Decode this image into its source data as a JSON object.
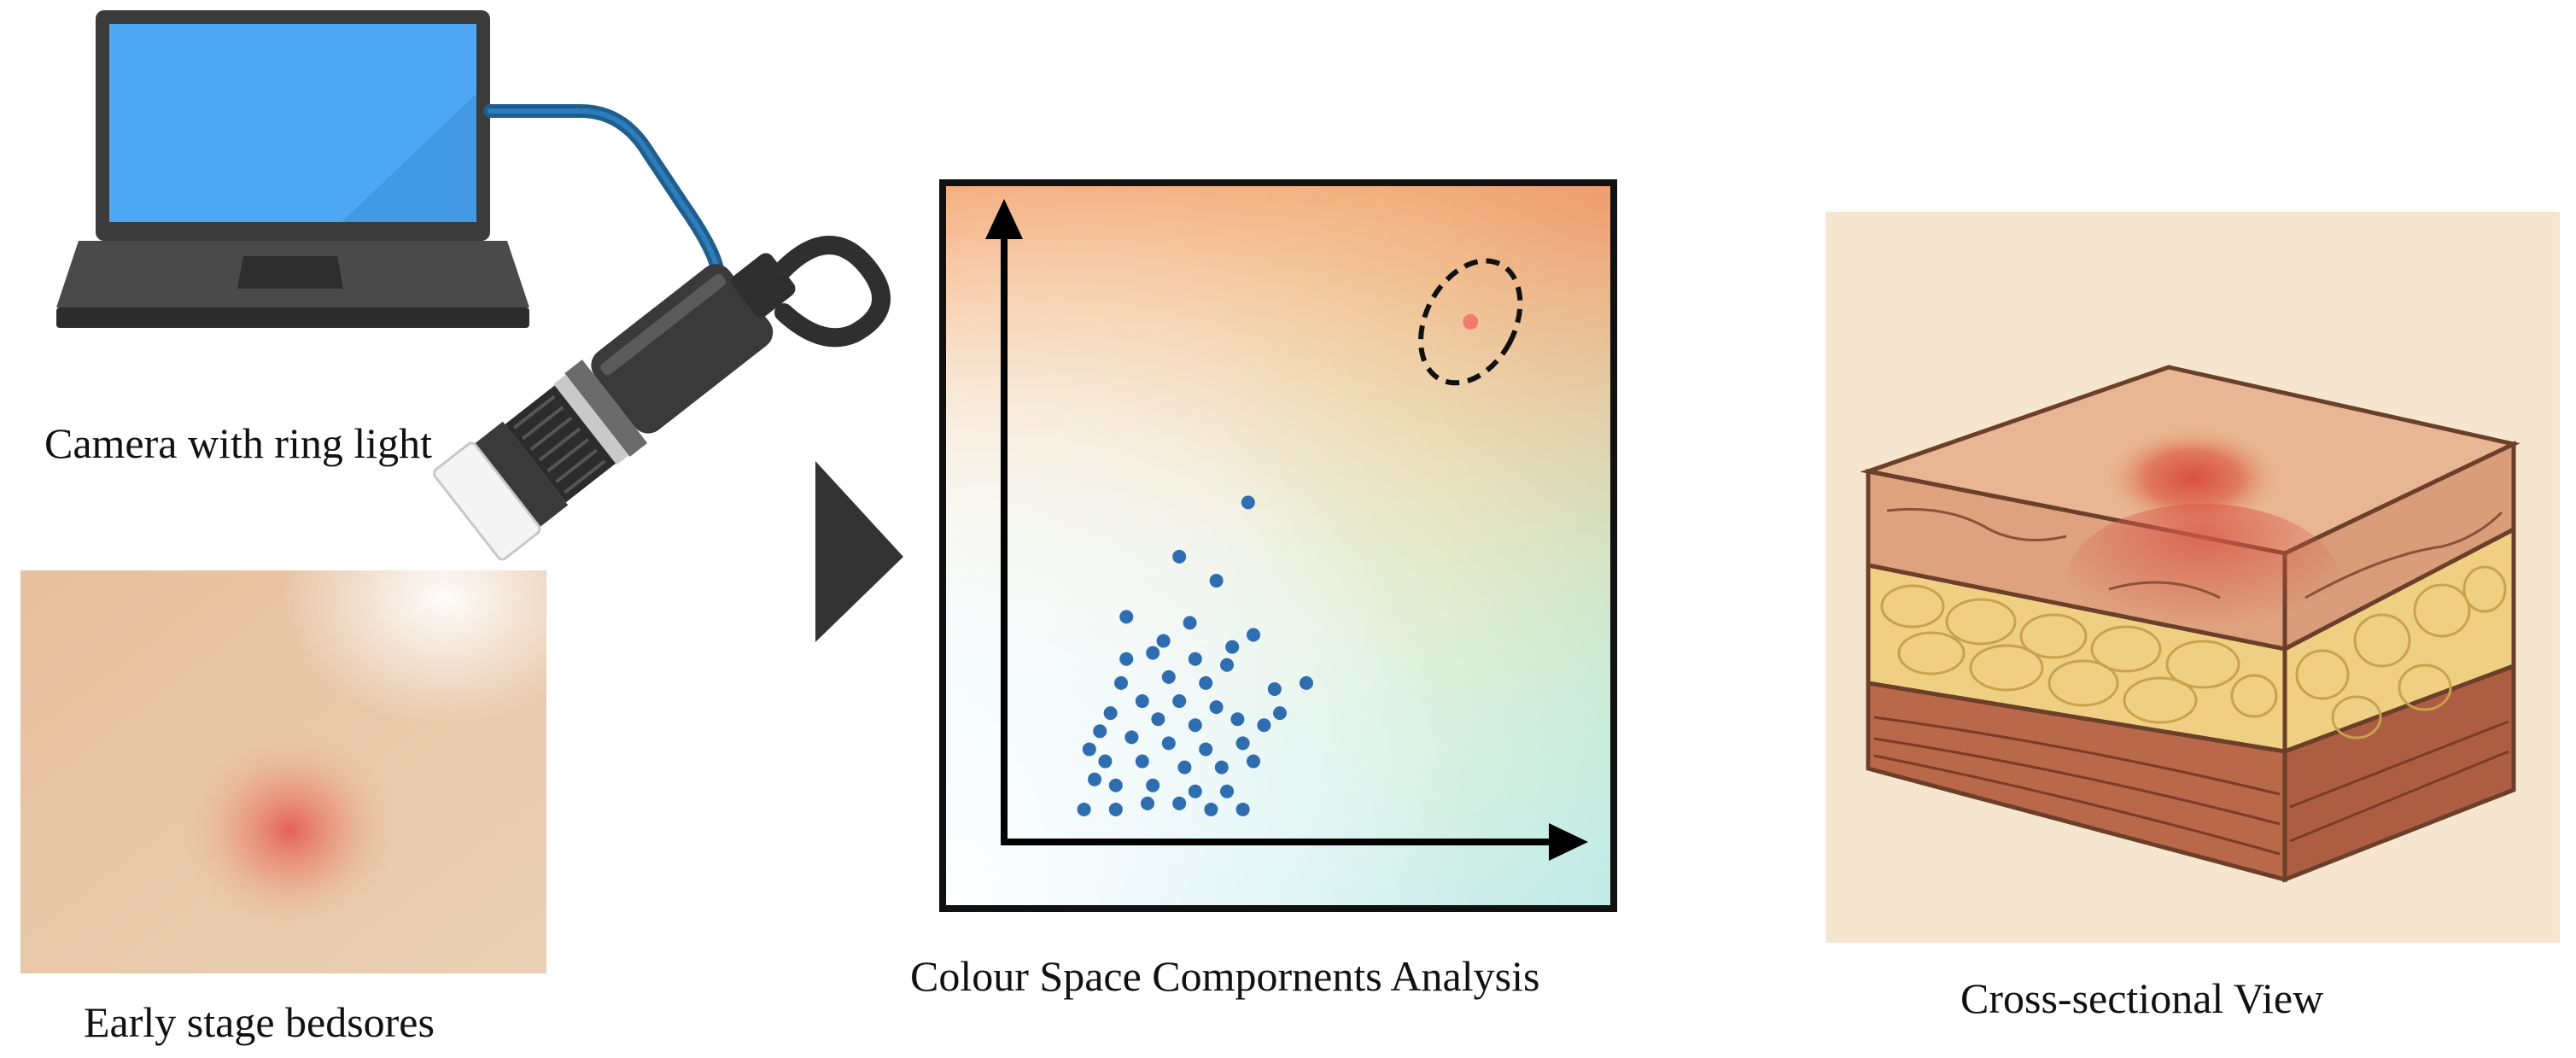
{
  "captions": {
    "camera": "Camera with ring light",
    "bedsore": "Early stage bedsores",
    "analysis": "Colour Space Compornents Analysis",
    "cross_section": "Cross-sectional View"
  },
  "colors": {
    "laptop_screen": "#4ea7f2",
    "laptop_body": "#3b3b3b",
    "cable": "#1f5e8c",
    "skin": "#e9c5a3",
    "lesion": "#e0564f",
    "scatter_point": "#2f6db1",
    "outlier_point": "#f27a72",
    "arrow": "#333333"
  },
  "chart_data": {
    "type": "scatter",
    "title": "",
    "xlabel": "",
    "ylabel": "",
    "xlim": [
      0,
      100
    ],
    "ylim": [
      0,
      100
    ],
    "grid": false,
    "background": "colour-space gradient",
    "series": [
      {
        "points": [
          [
            39,
            52
          ],
          [
            26,
            43
          ],
          [
            33,
            39
          ],
          [
            16,
            33
          ],
          [
            40,
            30
          ],
          [
            21,
            27
          ],
          [
            29,
            26
          ],
          [
            35,
            25
          ],
          [
            15,
            22
          ],
          [
            24,
            23
          ],
          [
            31,
            22
          ],
          [
            19,
            19
          ],
          [
            26,
            19
          ],
          [
            33,
            18
          ],
          [
            44,
            21
          ],
          [
            50,
            22
          ],
          [
            13,
            17
          ],
          [
            22,
            16
          ],
          [
            29,
            15
          ],
          [
            37,
            16
          ],
          [
            42,
            15
          ],
          [
            17,
            13
          ],
          [
            24,
            12
          ],
          [
            31,
            11
          ],
          [
            38,
            12
          ],
          [
            12,
            9
          ],
          [
            19,
            9
          ],
          [
            27,
            8
          ],
          [
            34,
            8
          ],
          [
            40,
            9
          ],
          [
            14,
            5
          ],
          [
            21,
            5
          ],
          [
            29,
            4
          ],
          [
            35,
            4
          ],
          [
            9,
            11
          ],
          [
            10,
            6
          ],
          [
            23,
            29
          ],
          [
            28,
            32
          ],
          [
            36,
            28
          ],
          [
            45,
            17
          ],
          [
            16,
            26
          ],
          [
            11,
            14
          ],
          [
            20,
            2
          ],
          [
            26,
            2
          ],
          [
            32,
            1
          ],
          [
            8,
            1
          ],
          [
            14,
            1
          ],
          [
            38,
            1
          ]
        ]
      },
      {
        "points": [
          [
            81,
            82
          ]
        ]
      }
    ],
    "cluster_ellipse": true
  }
}
